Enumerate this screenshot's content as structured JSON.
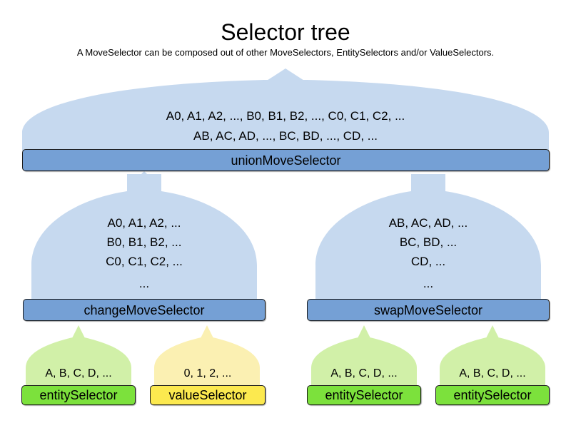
{
  "header": {
    "title": "Selector tree",
    "subtitle": "A MoveSelector can be composed out of other MoveSelectors, EntitySelectors and/or ValueSelectors."
  },
  "colors": {
    "fan_blue": "#c6d9ef",
    "bar_blue": "#75a0d5",
    "fan_green": "#d1f0a8",
    "bar_green": "#7ce13c",
    "fan_yellow": "#fbf0b2",
    "bar_yellow": "#fce94f",
    "outline": "#1a1a1a",
    "background": "#ffffff"
  },
  "nodes": {
    "union": {
      "label": "unionMoveSelector",
      "lines": [
        "A0, A1, A2, ..., B0, B1, B2, ..., C0, C1, C2, ...",
        "AB, AC, AD, ..., BC, BD, ..., CD, ..."
      ]
    },
    "change": {
      "label": "changeMoveSelector",
      "lines": [
        "A0, A1, A2, ...",
        "B0, B1, B2, ...",
        "C0, C1, C2, ...",
        "..."
      ]
    },
    "swap": {
      "label": "swapMoveSelector",
      "lines": [
        "AB, AC, AD, ...",
        "BC, BD, ...",
        "CD, ...",
        "..."
      ]
    },
    "entity1": {
      "label": "entitySelector",
      "lines": [
        "A, B, C, D, ..."
      ]
    },
    "value1": {
      "label": "valueSelector",
      "lines": [
        "0, 1, 2, ..."
      ]
    },
    "entity2": {
      "label": "entitySelector",
      "lines": [
        "A, B, C, D, ..."
      ]
    },
    "entity3": {
      "label": "entitySelector",
      "lines": [
        "A, B, C, D, ..."
      ]
    }
  }
}
